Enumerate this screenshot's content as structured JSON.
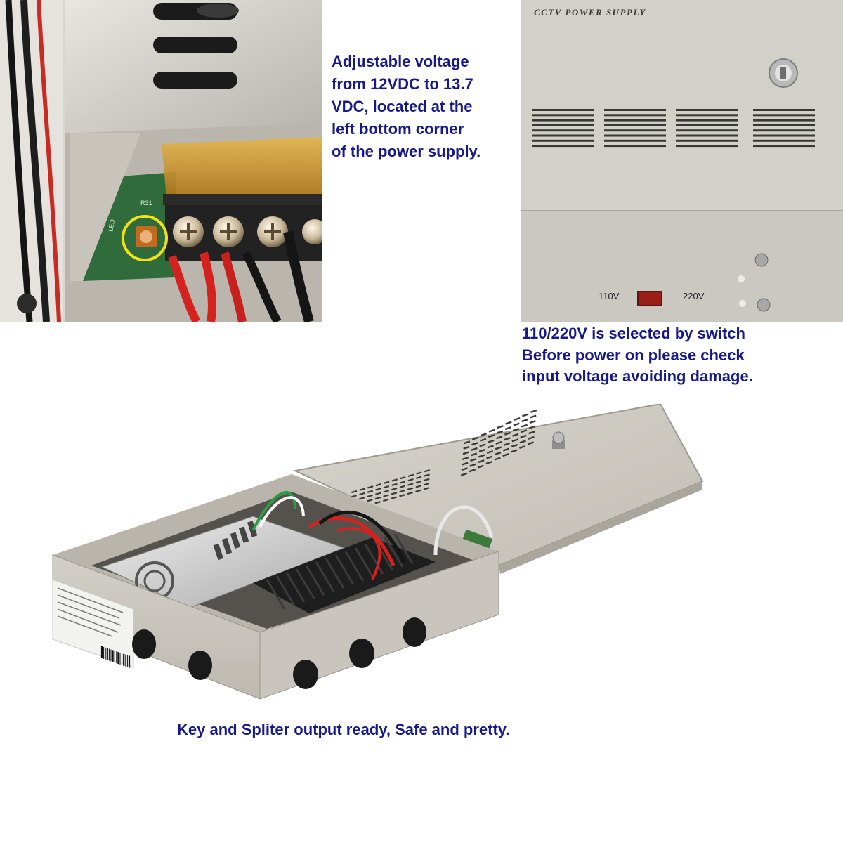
{
  "captions": {
    "adjustable": [
      "Adjustable voltage",
      "from 12VDC to 13.7",
      "VDC, located at the",
      "left bottom corner",
      "of the power supply."
    ],
    "switch": [
      "110/220V is selected by switch",
      "Before power on please check",
      "input voltage avoiding damage."
    ],
    "key": "Key and Spliter output ready, Safe and pretty."
  },
  "panel_tr": {
    "title": "CCTV POWER SUPPLY",
    "label_110": "110V",
    "label_220": "220V"
  },
  "panel_tl": {
    "label_r31": "R31",
    "label_led": "LED"
  },
  "colors": {
    "caption_text": "#17198a",
    "highlight_circle": "#f2e21a",
    "enclosure": "#cfccc5",
    "wire_red": "#d4231f"
  }
}
